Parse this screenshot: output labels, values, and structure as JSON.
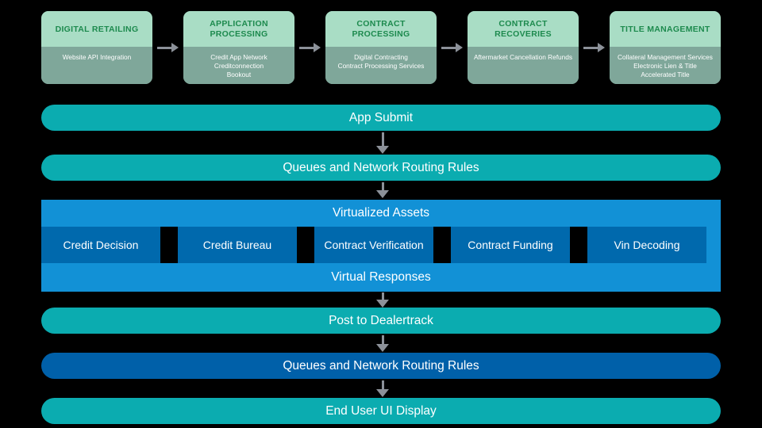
{
  "colors": {
    "background": "#000000",
    "stage_header_bg": "#a9ddc5",
    "stage_header_text": "#1d8a4e",
    "stage_body_bg": "#7fa79a",
    "teal_bar": "#0bacb0",
    "blue_bar": "#0060a9",
    "virtual_block_bg": "#1291d6",
    "virtual_cell_bg": "#0069ad",
    "arrow": "#8c9199"
  },
  "pipeline": {
    "stages": [
      {
        "title": "DIGITAL RETAILING",
        "items": [
          "Website API Integration"
        ]
      },
      {
        "title": "APPLICATION PROCESSING",
        "items": [
          "Credit App Network",
          "Creditconnection",
          "Bookout"
        ]
      },
      {
        "title": "CONTRACT PROCESSING",
        "items": [
          "Digital Contracting",
          "Contract Processing Services"
        ]
      },
      {
        "title": "CONTRACT RECOVERIES",
        "items": [
          "Aftermarket Cancellation Refunds"
        ]
      },
      {
        "title": "TITLE MANAGEMENT",
        "items": [
          "Collateral Management Services",
          "Electronic Lien & Title",
          "Accelerated Title"
        ]
      }
    ]
  },
  "flow": {
    "app_submit": "App Submit",
    "queues_top": "Queues and Network Routing Rules",
    "virtualized_assets": "Virtualized Assets",
    "virtual_responses": "Virtual Responses",
    "assets": [
      "Credit Decision",
      "Credit Bureau",
      "Contract Verification",
      "Contract Funding",
      "Vin Decoding"
    ],
    "post_to_dealertrack": "Post to Dealertrack",
    "queues_bottom": "Queues and Network Routing Rules",
    "end_user_ui": "End User UI Display"
  }
}
